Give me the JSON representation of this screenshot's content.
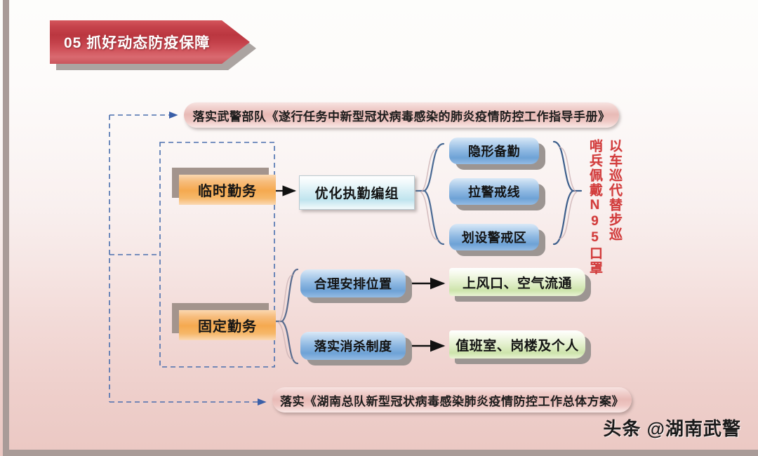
{
  "slide": {
    "title": {
      "number": "05",
      "label": "抓好动态防疫保障",
      "full": "05  抓好动态防疫保障",
      "color": "#c6434c"
    },
    "banners": {
      "top": "落实武警部队《遂行任务中新型冠状病毒感染的肺炎疫情防控工作指导手册》",
      "bottom": "落实《湖南总队新型冠状病毒感染肺炎疫情防控工作总体方案》"
    },
    "duty_types": [
      {
        "label": "临时勤务",
        "color": "#f5a94f"
      },
      {
        "label": "固定勤务",
        "color": "#f5a94f"
      }
    ],
    "temporary_duty": {
      "measure": "优化执勤编组",
      "measure_color": "#bfe4ee",
      "items": [
        "隐形备勤",
        "拉警戒线",
        "划设警戒区"
      ],
      "annotations": [
        "哨兵佩戴N95口罩",
        "以车巡代替步巡"
      ],
      "annotation_color": "#d23b3b"
    },
    "fixed_duty": {
      "rows": [
        {
          "measure": "合理安排位置",
          "result": "上风口、空气流通"
        },
        {
          "measure": "落实消杀制度",
          "result": "值班室、岗楼及个人"
        }
      ],
      "measure_color": "#8fb9e2",
      "result_color": "#cde4ab"
    },
    "watermark": "头条 @湖南武警"
  }
}
